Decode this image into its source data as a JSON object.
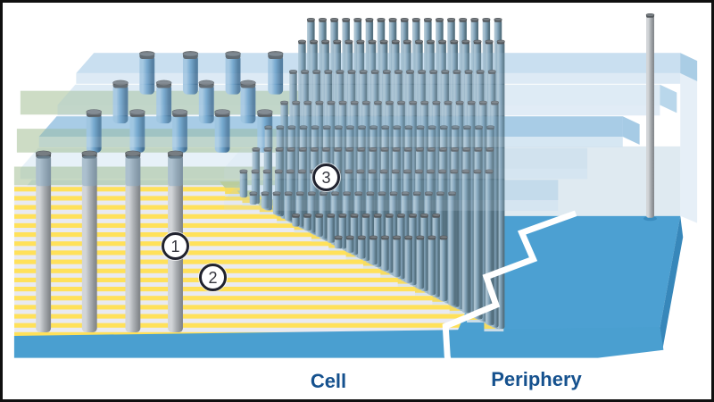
{
  "figure": {
    "description": "3D illustration of a 3D-NAND memory chip structure showing the cell array with vertical channel pillars, stacked wordline layers with staircase contacts, and the adjacent periphery region on the substrate",
    "labels": {
      "cell": "Cell",
      "periphery": "Periphery"
    },
    "callouts": [
      {
        "number": "1"
      },
      {
        "number": "2"
      },
      {
        "number": "3"
      }
    ],
    "colors": {
      "frame": "#101010",
      "background": "#FFFFFF",
      "platform_top": "#4CA0D2",
      "platform_front": "#4A9FD0",
      "platform_right": "#3787BA",
      "back_panel": "#CEDEEA",
      "slab": "#A9CCE7",
      "slab_light": "#C3DCEE",
      "slab_dark": "#8FBEDF",
      "slab_front": "#CFE2F1",
      "slab_side": "#D5E5F2",
      "green_layer": "#9CBA8C",
      "stripe_yellow": "#FFE15A",
      "stripe_light": "#E9EAF1",
      "step_top": "#B9CC9A",
      "step_front": "#F6DC62",
      "step_lip": "#D9E3EA",
      "cap_dark": "#54595D",
      "cap_mid": "#777D82",
      "dense_light": "#A9C1D0",
      "dense_mid": "#7FA0B6",
      "dense_dark": "#54707F",
      "bluepillar_light": "#A5C8E2",
      "bluepillar_mid": "#6FA3CB",
      "bluepillar_dark": "#477295",
      "graypillar_light": "#D2D5D8",
      "graypillar_mid": "#ABAFB3",
      "graypillar_dark": "#84888C",
      "pillar_blue_tint": "#7FA6C4",
      "crack": "#FFFFFF",
      "pillar_shadow": "#2F7FB2",
      "label_text": "#15518E",
      "callout_border": "#20222E",
      "callout_text": "#33343C",
      "callout_bg": "#FFFFFF"
    }
  }
}
